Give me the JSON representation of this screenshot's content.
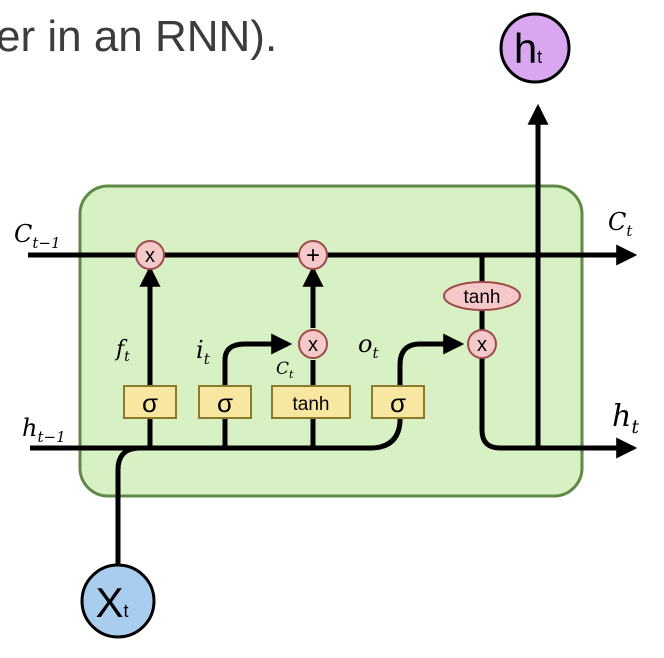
{
  "heading": "er in an RNN).",
  "output_node": {
    "main": "h",
    "sub": "t"
  },
  "input_node": {
    "main": "X",
    "sub": "t"
  },
  "signals": {
    "c_prev": {
      "base": "C",
      "sub": "t−1"
    },
    "c_next": {
      "base": "C",
      "sub": "t"
    },
    "h_prev": {
      "base": "h",
      "sub": "t−1"
    },
    "h_next": {
      "base": "h",
      "sub": "t"
    },
    "f": {
      "base": "f",
      "sub": "t"
    },
    "i": {
      "base": "i",
      "sub": "t"
    },
    "c_tilde": {
      "base": "C",
      "sub": "t"
    },
    "o": {
      "base": "o",
      "sub": "t"
    }
  },
  "gates": {
    "sigma_1": "σ",
    "sigma_2": "σ",
    "tanh_layer": "tanh",
    "sigma_3": "σ"
  },
  "ops": {
    "mult_forget": "x",
    "add_cell": "+",
    "mult_input": "x",
    "tanh_op": "tanh",
    "mult_output": "x"
  },
  "colors": {
    "cell_fill": "#d7f0c4",
    "cell_border": "#5f8a45",
    "gate_fill": "#f7e7a1",
    "op_fill": "#f5c9c9",
    "output_node_fill": "#d8a7ef",
    "input_node_fill": "#a9cdee"
  }
}
